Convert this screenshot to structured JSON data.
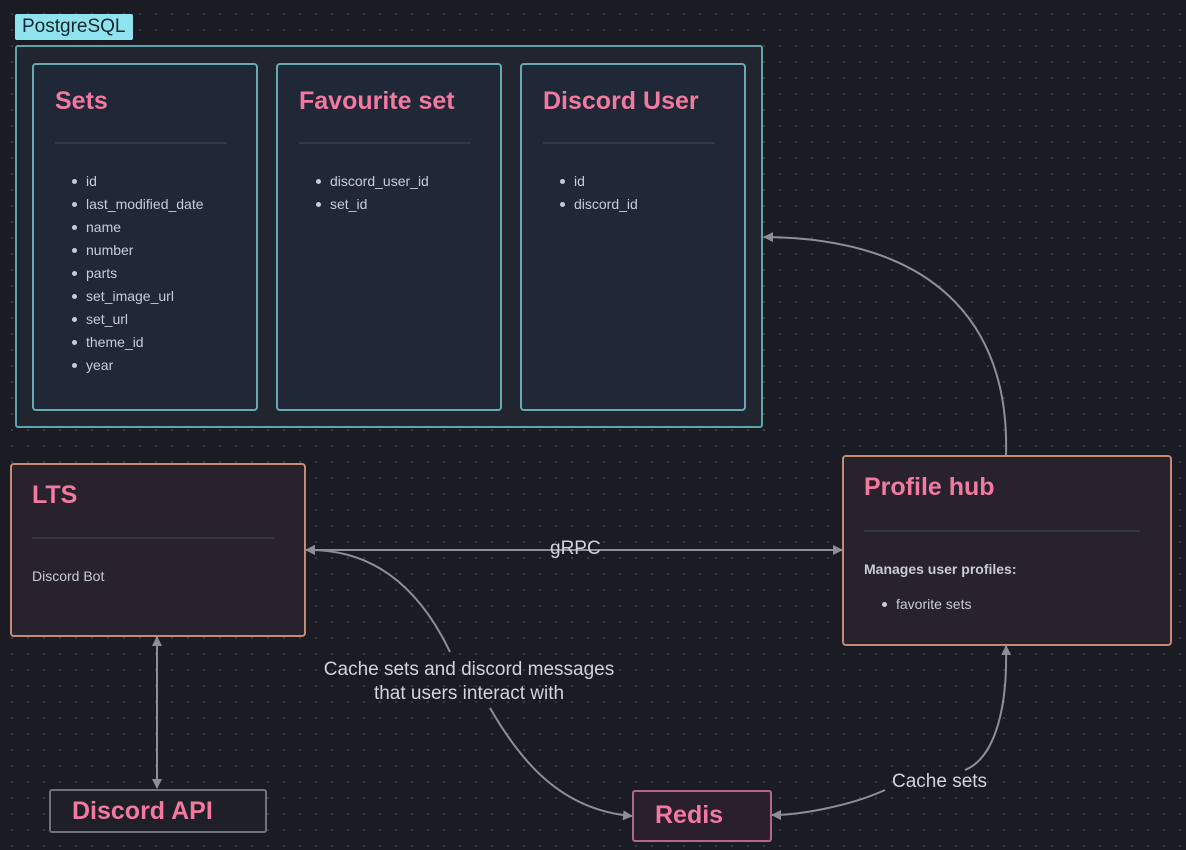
{
  "postgres": {
    "label": "PostgreSQL",
    "tables": [
      {
        "title": "Sets",
        "fields": [
          "id",
          "last_modified_date",
          "name",
          "number",
          "parts",
          "set_image_url",
          "set_url",
          "theme_id",
          "year"
        ]
      },
      {
        "title": "Favourite set",
        "fields": [
          "discord_user_id",
          "set_id"
        ]
      },
      {
        "title": "Discord User",
        "fields": [
          "id",
          "discord_id"
        ]
      }
    ]
  },
  "lts": {
    "title": "LTS",
    "description": "Discord Bot"
  },
  "profile_hub": {
    "title": "Profile hub",
    "description": "Manages user profiles:",
    "items": [
      "favorite sets"
    ]
  },
  "redis": {
    "title": "Redis"
  },
  "discord_api": {
    "title": "Discord API"
  },
  "edges": {
    "grpc": "gRPC",
    "cache_lts_line1": "Cache sets and discord messages",
    "cache_lts_line2": "that users interact with",
    "cache_profile": "Cache sets"
  },
  "colors": {
    "title_pink": "#f2799f",
    "table_border": "#6aa9b2",
    "service_border": "#c48a72",
    "redis_border": "#b3688a",
    "edge_gray": "#8e8e96",
    "label_bg": "#8fe3ee"
  }
}
